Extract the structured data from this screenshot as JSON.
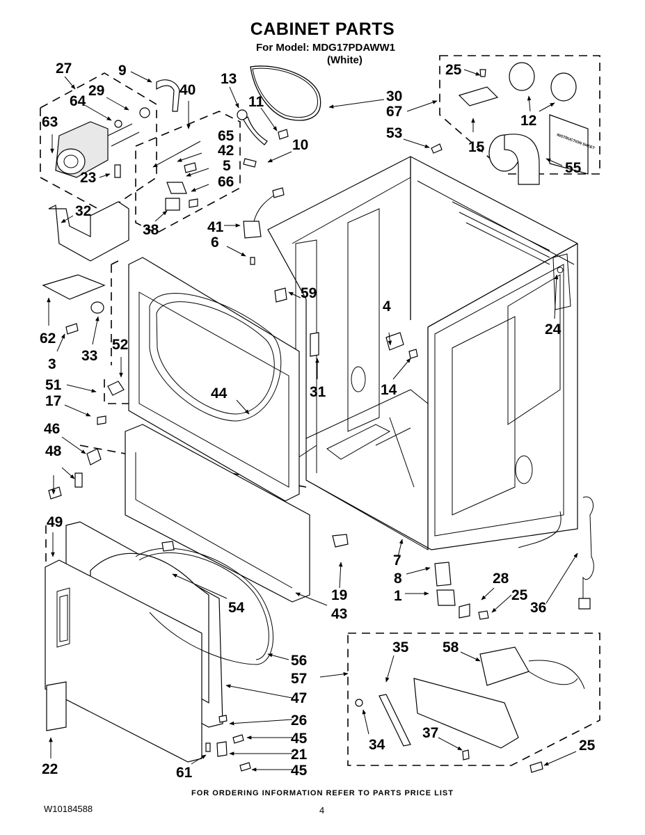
{
  "header": {
    "title": "CABINET PARTS",
    "model_line": "For Model: MDG17PDAWW1",
    "color": "(White)"
  },
  "footer": {
    "ordering_note": "FOR ORDERING INFORMATION REFER TO PARTS PRICE LIST",
    "document_number": "W10184588",
    "page_number": "4"
  },
  "diagram": {
    "instruction_sheet_label": "INSTRUCTION SHEET",
    "callouts": [
      {
        "id": "c27",
        "label": "27"
      },
      {
        "id": "c9",
        "label": "9"
      },
      {
        "id": "c29",
        "label": "29"
      },
      {
        "id": "c40",
        "label": "40"
      },
      {
        "id": "c64",
        "label": "64"
      },
      {
        "id": "c63",
        "label": "63"
      },
      {
        "id": "c13",
        "label": "13"
      },
      {
        "id": "c11",
        "label": "11"
      },
      {
        "id": "c30",
        "label": "30"
      },
      {
        "id": "c65",
        "label": "65"
      },
      {
        "id": "c42",
        "label": "42"
      },
      {
        "id": "c5",
        "label": "5"
      },
      {
        "id": "c66",
        "label": "66"
      },
      {
        "id": "c10",
        "label": "10"
      },
      {
        "id": "c23",
        "label": "23"
      },
      {
        "id": "c32",
        "label": "32"
      },
      {
        "id": "c38",
        "label": "38"
      },
      {
        "id": "c41",
        "label": "41"
      },
      {
        "id": "c6",
        "label": "6"
      },
      {
        "id": "c25a",
        "label": "25"
      },
      {
        "id": "c12",
        "label": "12"
      },
      {
        "id": "c67",
        "label": "67"
      },
      {
        "id": "c53",
        "label": "53"
      },
      {
        "id": "c15",
        "label": "15"
      },
      {
        "id": "c55",
        "label": "55"
      },
      {
        "id": "c59",
        "label": "59"
      },
      {
        "id": "c62",
        "label": "62"
      },
      {
        "id": "c33",
        "label": "33"
      },
      {
        "id": "c3",
        "label": "3"
      },
      {
        "id": "c52",
        "label": "52"
      },
      {
        "id": "c51",
        "label": "51"
      },
      {
        "id": "c17",
        "label": "17"
      },
      {
        "id": "c4",
        "label": "4"
      },
      {
        "id": "c24",
        "label": "24"
      },
      {
        "id": "c31",
        "label": "31"
      },
      {
        "id": "c14",
        "label": "14"
      },
      {
        "id": "c44",
        "label": "44"
      },
      {
        "id": "c46",
        "label": "46"
      },
      {
        "id": "c48",
        "label": "48"
      },
      {
        "id": "c49",
        "label": "49"
      },
      {
        "id": "c7",
        "label": "7"
      },
      {
        "id": "c8",
        "label": "8"
      },
      {
        "id": "c1",
        "label": "1"
      },
      {
        "id": "c19",
        "label": "19"
      },
      {
        "id": "c43",
        "label": "43"
      },
      {
        "id": "c28",
        "label": "28"
      },
      {
        "id": "c25b",
        "label": "25"
      },
      {
        "id": "c36",
        "label": "36"
      },
      {
        "id": "c54",
        "label": "54"
      },
      {
        "id": "c56",
        "label": "56"
      },
      {
        "id": "c57",
        "label": "57"
      },
      {
        "id": "c47",
        "label": "47"
      },
      {
        "id": "c26",
        "label": "26"
      },
      {
        "id": "c45a",
        "label": "45"
      },
      {
        "id": "c21",
        "label": "21"
      },
      {
        "id": "c45b",
        "label": "45"
      },
      {
        "id": "c61",
        "label": "61"
      },
      {
        "id": "c22",
        "label": "22"
      },
      {
        "id": "c35",
        "label": "35"
      },
      {
        "id": "c58",
        "label": "58"
      },
      {
        "id": "c34",
        "label": "34"
      },
      {
        "id": "c37",
        "label": "37"
      },
      {
        "id": "c25c",
        "label": "25"
      }
    ]
  }
}
